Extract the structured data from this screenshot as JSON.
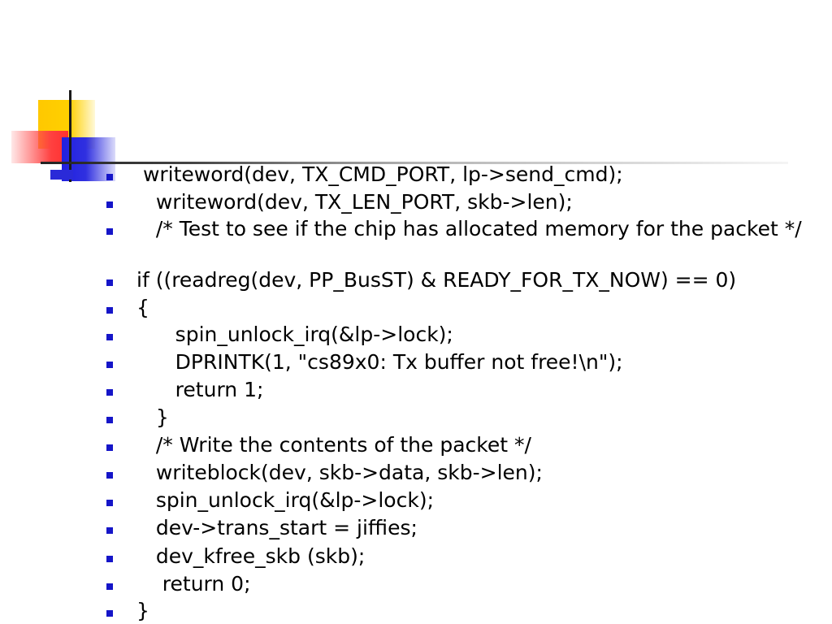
{
  "slide": {
    "bullets": [
      {
        "text": " writeword(dev, TX_CMD_PORT, lp->send_cmd);"
      },
      {
        "text": "   writeword(dev, TX_LEN_PORT, skb->len);"
      },
      {
        "text": "   /* Test to see if the chip has allocated memory for the packet */"
      },
      {
        "text": "if ((readreg(dev, PP_BusST) & READY_FOR_TX_NOW) == 0)"
      },
      {
        "text": "{"
      },
      {
        "text": "      spin_unlock_irq(&lp->lock);"
      },
      {
        "text": "      DPRINTK(1, \"cs89x0: Tx buffer not free!\\n\");"
      },
      {
        "text": "      return 1;"
      },
      {
        "text": "   }"
      },
      {
        "text": "   /* Write the contents of the packet */"
      },
      {
        "text": "   writeblock(dev, skb->data, skb->len);"
      },
      {
        "text": "   spin_unlock_irq(&lp->lock);"
      },
      {
        "text": "   dev->trans_start = jiffies;"
      },
      {
        "text": "   dev_kfree_skb (skb);"
      },
      {
        "text": "    return 0;"
      },
      {
        "text": "}"
      }
    ]
  },
  "colors": {
    "bullet": "#1515c8",
    "ornament_yellow": "#ffc800",
    "ornament_red": "#ff3030",
    "ornament_blue": "#2020e0",
    "text": "#000000"
  }
}
